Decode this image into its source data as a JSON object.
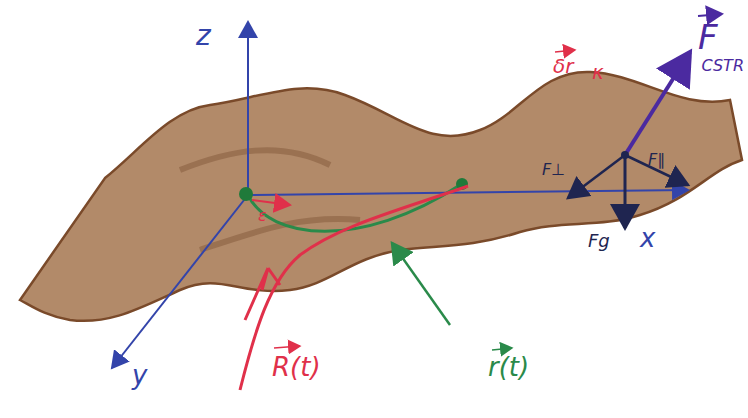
{
  "diagram": {
    "labels": [
      "z",
      "y",
      "x",
      "F",
      "CSTR",
      "δr",
      "κ",
      "F⊥",
      "F∥",
      "Fg",
      "R(t)",
      "r(t)",
      "ε"
    ]
  }
}
